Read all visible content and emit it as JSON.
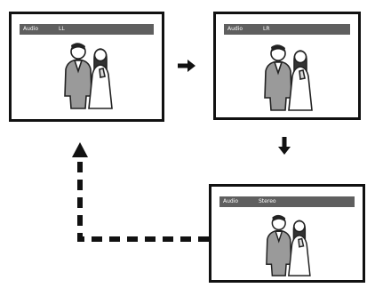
{
  "screens": [
    {
      "label": "Audio",
      "value": "LL"
    },
    {
      "label": "Audio",
      "value": "LR"
    },
    {
      "label": "Audio",
      "value": "Stereo"
    }
  ],
  "colors": {
    "outline": "#111111",
    "osd_bar": "#5f5f5f",
    "osd_text": "#ffffff"
  },
  "icons": [
    "arrow-right-icon",
    "arrow-down-icon",
    "dashed-return-arrow",
    "couple-illustration"
  ]
}
